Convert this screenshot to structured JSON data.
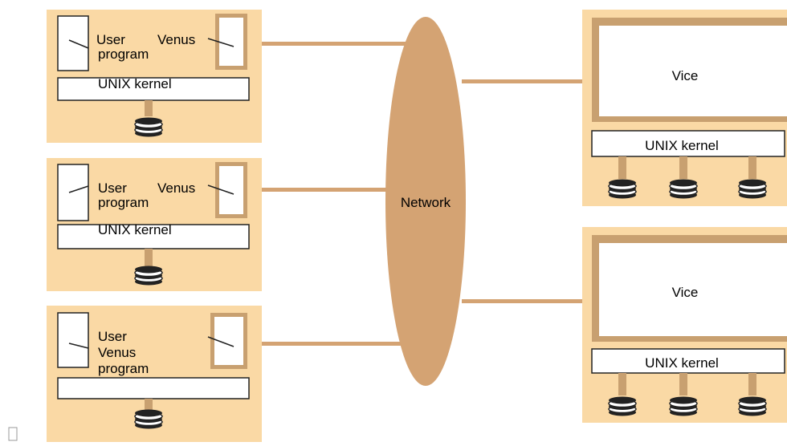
{
  "diagram": {
    "network_label": "Network",
    "clients": [
      {
        "user_label": "User",
        "venus_label": "Venus",
        "program_label": "program",
        "kernel_label": "UNIX kernel"
      },
      {
        "user_label": "User",
        "venus_label": "Venus",
        "program_label": "program",
        "kernel_label": "UNIX kernel"
      },
      {
        "user_label": "User",
        "venus_label": "Venus",
        "program_label": "program",
        "kernel_label": ""
      }
    ],
    "servers": [
      {
        "vice_label": "Vice",
        "kernel_label": "UNIX kernel"
      },
      {
        "vice_label": "Vice",
        "kernel_label": "UNIX kernel"
      }
    ]
  },
  "colors": {
    "node_fill": "#fad9a5",
    "border": "#c8a070",
    "network_fill": "#d4a373"
  }
}
